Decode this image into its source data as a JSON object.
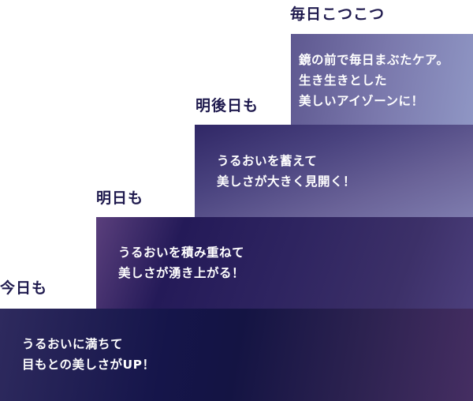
{
  "steps": [
    {
      "label": "今日も",
      "line1": "うるおいに満ちて",
      "line2": "目もとの美しさがUP！"
    },
    {
      "label": "明日も",
      "line1": "うるおいを積み重ねて",
      "line2": "美しさが湧き上がる！"
    },
    {
      "label": "明後日も",
      "line1": "うるおいを蓄えて",
      "line2": "美しさが大きく見開く！"
    },
    {
      "label": "毎日こつこつ",
      "line1": "鏡の前で毎日まぶたケア。",
      "line2": "生き生きとした",
      "line3": "美しいアイゾーンに！"
    }
  ],
  "colors": {
    "label_text": "#1f1a4e",
    "step_text": "#ffffff"
  }
}
